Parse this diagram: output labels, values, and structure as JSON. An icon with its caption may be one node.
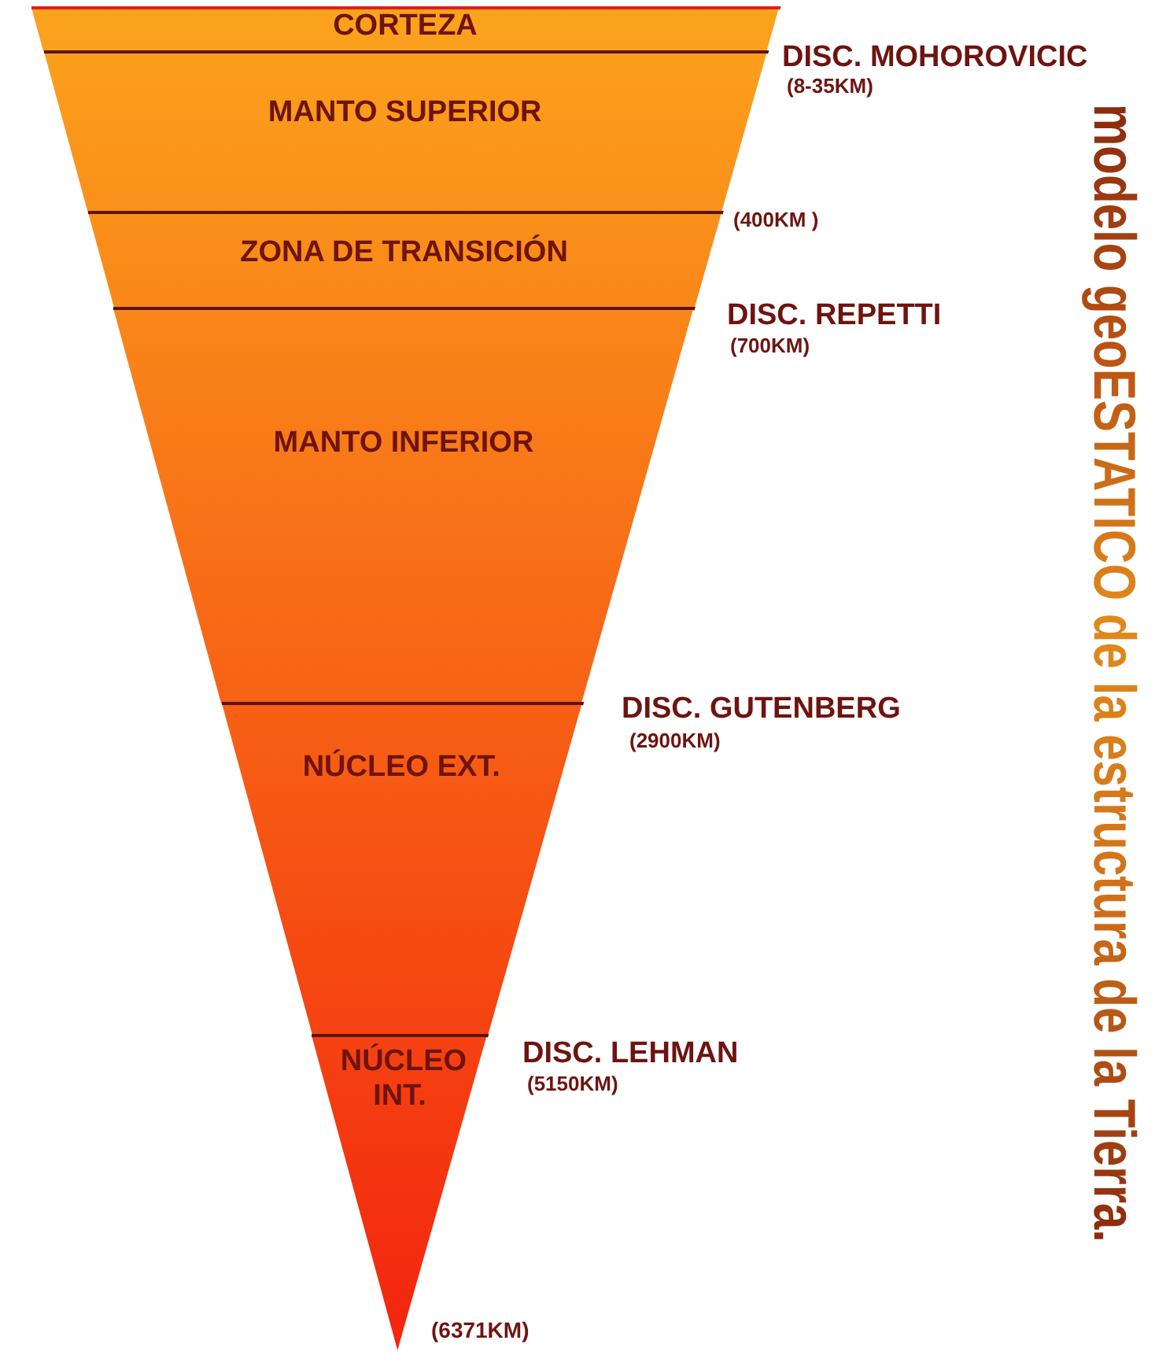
{
  "diagram": {
    "title": "modelo geoESTATICO de la estructura de la Tierra.",
    "nodes": [
      {
        "text": [
          "CORTEZA"
        ]
      },
      {
        "text": [
          "MANTO SUPERIOR"
        ]
      },
      {
        "text": [
          "ZONA DE TRANSICIÓN"
        ]
      },
      {
        "text": [
          "MANTO INFERIOR"
        ]
      },
      {
        "text": [
          "NÚCLEO EXT."
        ]
      },
      {
        "text": [
          "NÚCLEO INT."
        ]
      }
    ],
    "labels": [
      "DISC. MOHOROVICIC",
      "(8-35KM)",
      "(400KM )",
      "DISC. REPETTI",
      "(700KM)",
      "DISC. GUTENBERG",
      "(2900KM)",
      "DISC. LEHMAN",
      "(5150KM)",
      "(6371KM)"
    ]
  }
}
